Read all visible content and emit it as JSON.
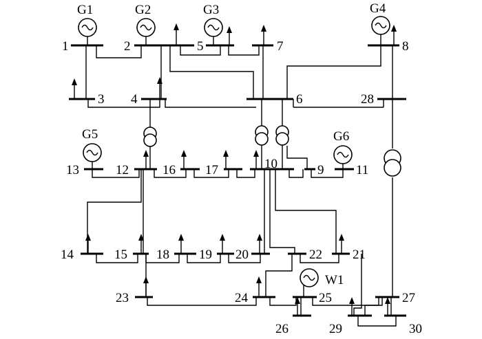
{
  "generators": [
    {
      "id": "g1",
      "label": "G1"
    },
    {
      "id": "g2",
      "label": "G2"
    },
    {
      "id": "g3",
      "label": "G3"
    },
    {
      "id": "g4",
      "label": "G4"
    },
    {
      "id": "g5",
      "label": "G5"
    },
    {
      "id": "g6",
      "label": "G6"
    },
    {
      "id": "w1",
      "label": "W1"
    }
  ],
  "buses": {
    "b1": "1",
    "b2": "2",
    "b3": "3",
    "b4": "4",
    "b5": "5",
    "b6": "6",
    "b7": "7",
    "b8": "8",
    "b9": "9",
    "b10": "10",
    "b11": "11",
    "b12": "12",
    "b13": "13",
    "b14": "14",
    "b15": "15",
    "b16": "16",
    "b17": "17",
    "b18": "18",
    "b19": "19",
    "b20": "20",
    "b21": "21",
    "b22": "22",
    "b23": "23",
    "b24": "24",
    "b25": "25",
    "b26": "26",
    "b27": "27",
    "b28": "28",
    "b29": "29",
    "b30": "30"
  },
  "generator_symbol": "ac-source-icon",
  "load_symbol": "load-arrow-icon",
  "transformer_symbol": "transformer-icon"
}
